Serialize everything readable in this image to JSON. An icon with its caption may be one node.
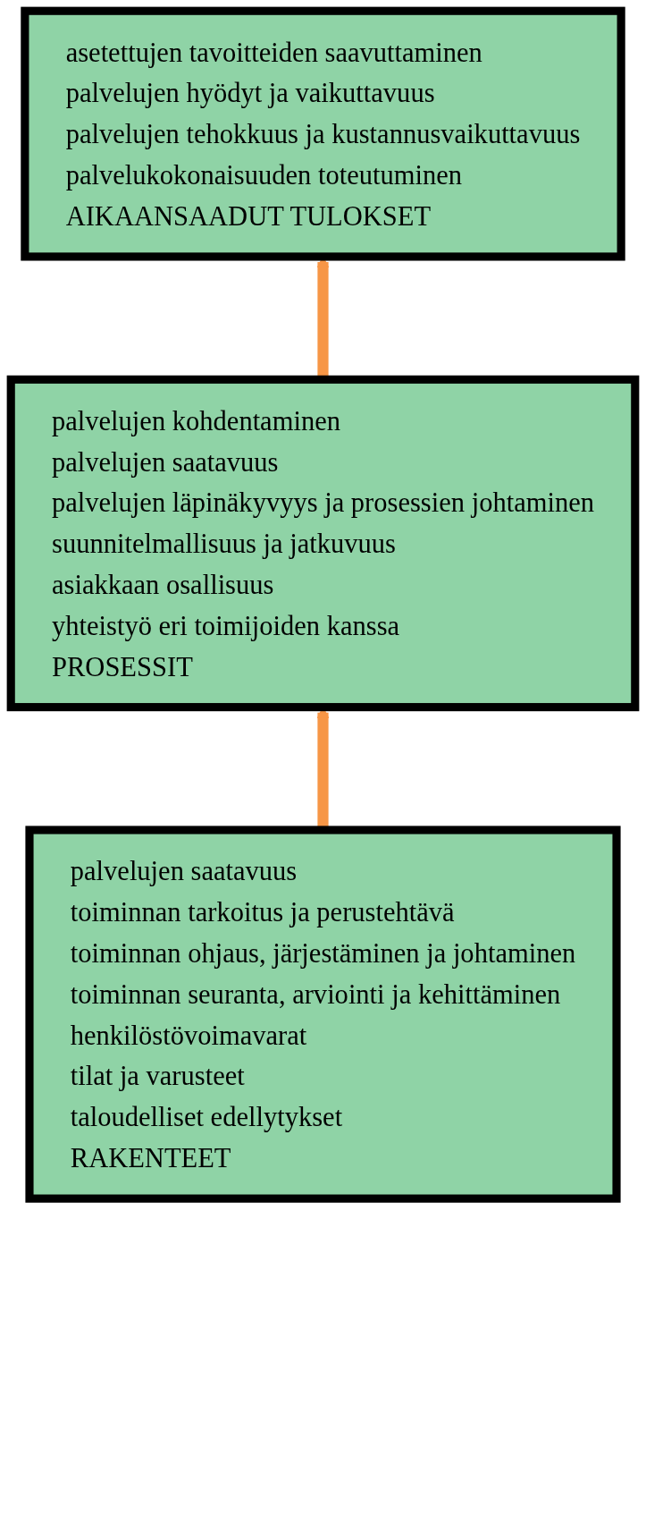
{
  "diagram": {
    "nodes": [
      {
        "text": [
          "asetettujen tavoitteiden saavuttaminen",
          "palvelujen hyödyt ja vaikuttavuus",
          "palvelujen tehokkuus ja kustannusvaikuttavuus",
          "palvelukokonaisuuden toteutuminen",
          "AIKAANSAADUT TULOKSET"
        ]
      },
      {
        "text": [
          "palvelujen kohdentaminen",
          "palvelujen saatavuus",
          "palvelujen läpinäkyvyys ja prosessien johtaminen",
          "suunnitelmallisuus ja jatkuvuus",
          "asiakkaan osallisuus",
          "yhteistyö eri toimijoiden kanssa",
          "PROSESSIT"
        ]
      },
      {
        "text": [
          "palvelujen saatavuus",
          "toiminnan tarkoitus ja perustehtävä",
          "toiminnan ohjaus, järjestäminen ja johtaminen",
          "toiminnan seuranta, arviointi ja kehittäminen",
          "henkilöstövoimavarat",
          "tilat ja varusteet",
          "taloudelliset edellytykset",
          "RAKENTEET"
        ]
      }
    ],
    "edges": [
      {
        "from": 2,
        "to": 1,
        "arrow": "to"
      },
      {
        "from": 1,
        "to": 0,
        "arrow": "to"
      }
    ]
  }
}
